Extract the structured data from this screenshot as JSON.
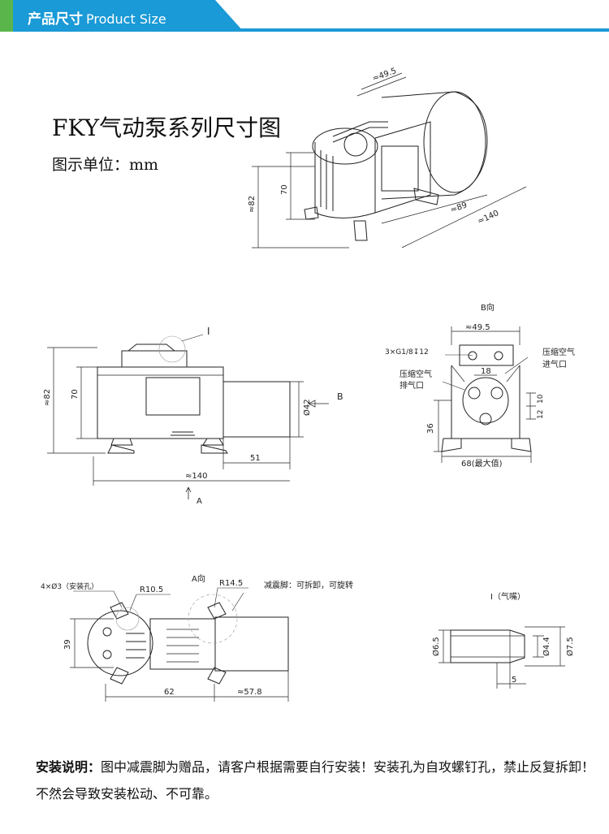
{
  "header": {
    "title_cn": "产品尺寸",
    "title_en": "Product Size",
    "accent": "#1a9ad6",
    "tag_color": "#5ab54b"
  },
  "title": "FKY气动泵系列尺寸图",
  "unit": "图示单位：mm",
  "iso_view": {
    "d_top": "≈49.5",
    "d_height_outer": "≈82",
    "d_height_inner": "70",
    "d_mid": "≈89",
    "d_length": "≈140"
  },
  "side_view": {
    "detail_label": "I",
    "d_height_outer": "≈82",
    "d_height_inner": "70",
    "d_dia": "Ø42",
    "view_arrow": "B",
    "d_motor": "51",
    "d_length": "≈140",
    "arrow_a": "A"
  },
  "b_view": {
    "title": "B向",
    "d_width": "≈49.5",
    "thread": "3×G1/8",
    "depth_symbol": "↧",
    "thread_depth": "12",
    "outlet_cn": "压缩空气",
    "outlet_cn2": "进气口",
    "exhaust_cn": "压缩空气",
    "exhaust_cn2": "排气口",
    "d_spacing": "18",
    "d_hole_a": "10",
    "d_hole_b": "12",
    "d_low": "36",
    "d_max": "68(最大值)"
  },
  "a_view": {
    "title": "A向",
    "holes": "4×Ø3（安装孔）",
    "r1": "R10.5",
    "r2": "R14.5",
    "shock_note": "减震脚：可拆卸，可旋转",
    "d_39": "39",
    "d_62": "62",
    "d_57": "≈57.8"
  },
  "nozzle": {
    "title": "I（气嘴）",
    "d_65": "Ø6.5",
    "d_44": "Ø4.4",
    "d_75": "Ø7.5",
    "d_5": "5"
  },
  "note": {
    "label": "安装说明：",
    "text": "图中减震脚为赠品，请客户根据需要自行安装！安装孔为自攻螺钉孔，禁止反复拆卸！不然会导致安装松动、不可靠。"
  }
}
